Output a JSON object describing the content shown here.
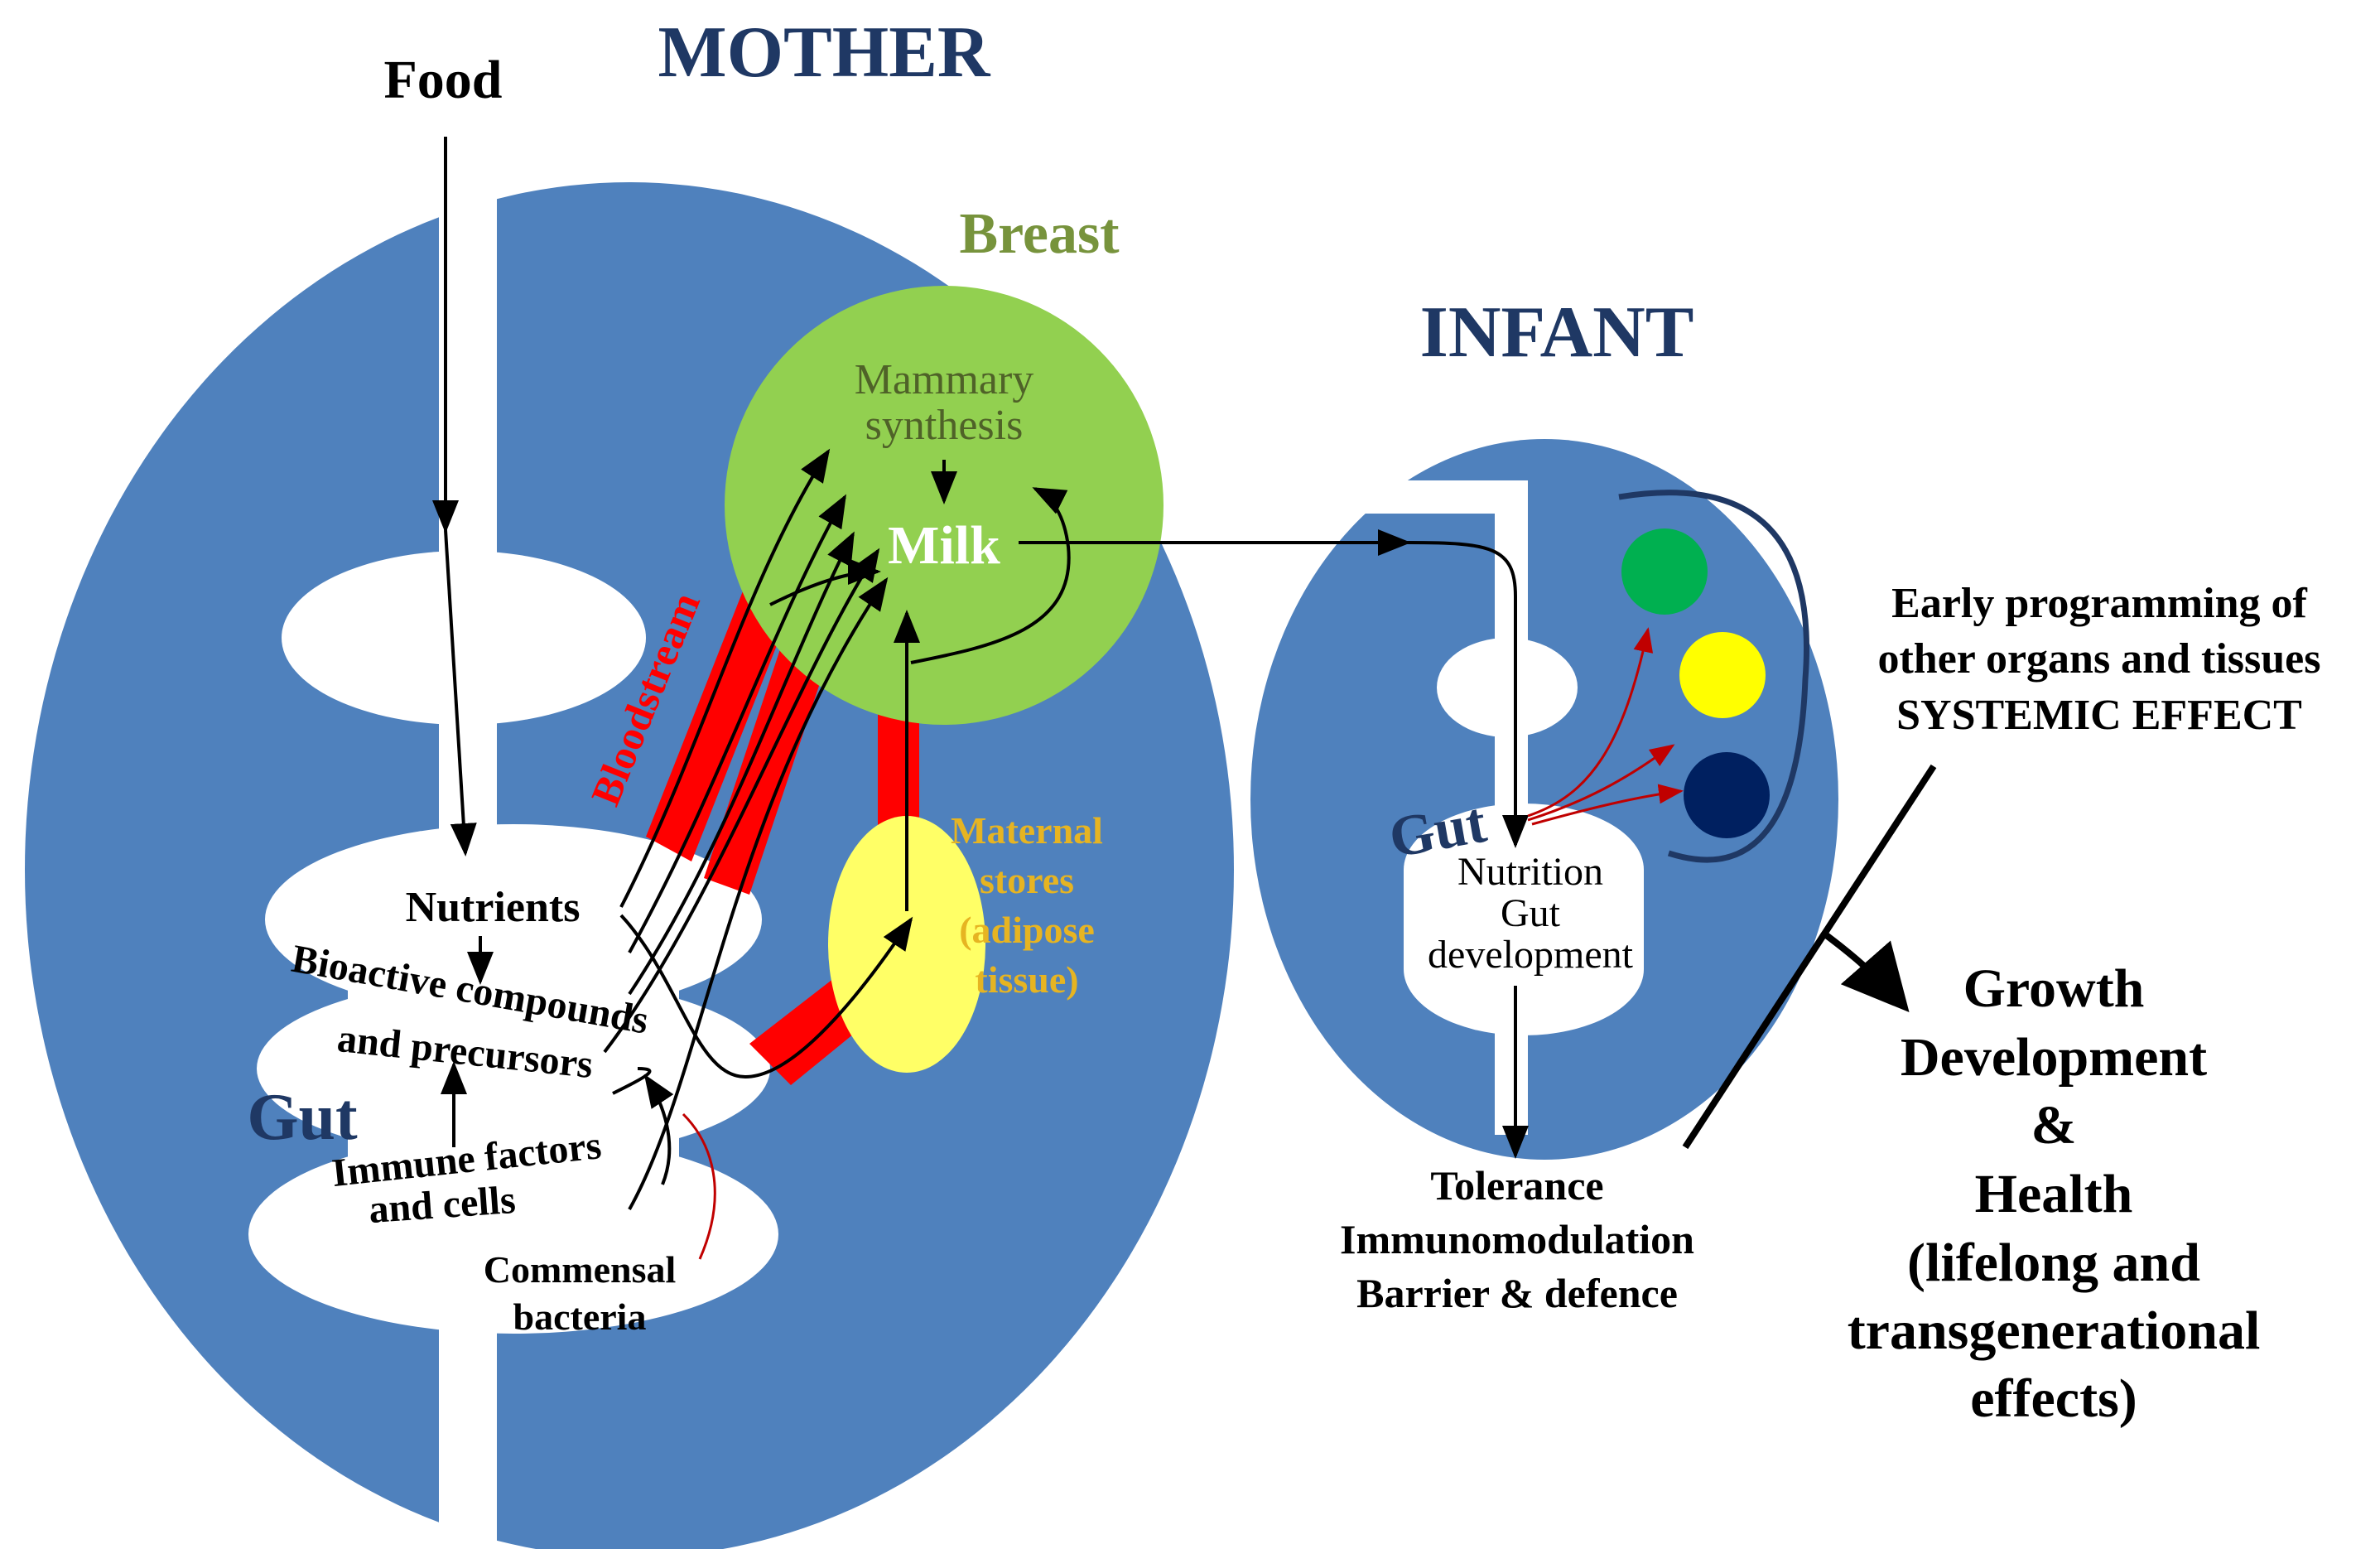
{
  "mother": {
    "title": "MOTHER",
    "food": "Food",
    "breast": "Breast",
    "mammary_synthesis_line1": "Mammary",
    "mammary_synthesis_line2": "synthesis",
    "milk": "Milk",
    "bloodstream": "Bloodstream",
    "maternal_stores": [
      "Maternal",
      "stores",
      "(adipose",
      "tissue)"
    ],
    "gut": "Gut",
    "nutrients": "Nutrients",
    "bioactive_line1": "Bioactive compounds",
    "bioactive_line2": "and precursors",
    "immune_line1": "Immune factors",
    "immune_line2": "and cells",
    "commensal_line1": "Commensal",
    "commensal_line2": "bacteria"
  },
  "infant": {
    "title": "INFANT",
    "gut": "Gut",
    "nutrition": "Nutrition",
    "gut_dev_line1": "Gut",
    "gut_dev_line2": "development",
    "local_effects": [
      "Tolerance",
      "Immunomodulation",
      "Barrier & defence"
    ],
    "systemic_effects": [
      "Early programming of",
      "other organs and tissues",
      "SYSTEMIC EFFECT"
    ],
    "outcomes": [
      "Growth",
      "Development",
      "&",
      "Health",
      "(lifelong and",
      "transgenerational",
      "effects)"
    ]
  },
  "colors": {
    "body_blue": "#4f81bd",
    "title_navy": "#1f3864",
    "breast_green": "#92d050",
    "breast_label_green": "#77933c",
    "mammary_text": "#4f6228",
    "bloodstream_red": "#ff0000",
    "stores_yellow": "#ffff66",
    "stores_label": "#e6b422",
    "organ_green": "#00b050",
    "organ_yellow": "#ffff00",
    "organ_navy": "#002060",
    "arrow_red": "#c00000"
  }
}
